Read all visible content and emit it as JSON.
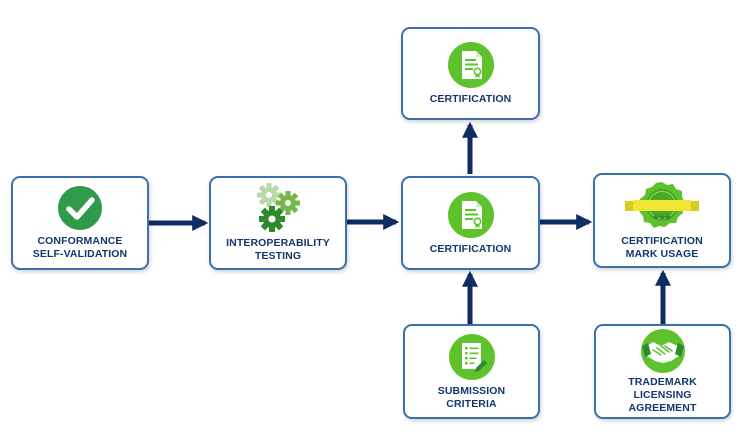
{
  "colors": {
    "arrow": "#0f2c63",
    "box_border": "#3c6fae",
    "label": "#16366b",
    "green": "#5fc22c",
    "green_dark": "#2f8a2d",
    "green_light": "#b9d9a8",
    "ribbon": "#f2e534"
  },
  "nodes": {
    "conformance": {
      "label": "CONFORMANCE\nSELF-VALIDATION",
      "icon": "checkmark-circle-icon"
    },
    "interop": {
      "label": "INTEROPERABILITY\nTESTING",
      "icon": "gears-icon"
    },
    "certification_main": {
      "label": "CERTIFICATION",
      "icon": "certificate-document-icon"
    },
    "certification_top": {
      "label": "CERTIFICATION",
      "icon": "certificate-document-icon"
    },
    "mark_usage": {
      "label": "CERTIFICATION\nMARK USAGE",
      "icon": "badge-seal-icon"
    },
    "submission": {
      "label": "SUBMISSION\nCRITERIA",
      "icon": "checklist-document-icon"
    },
    "trademark": {
      "label": "TRADEMARK\nLICENSING\nAGREEMENT",
      "icon": "handshake-icon"
    }
  },
  "edges": [
    {
      "from": "conformance",
      "to": "interop"
    },
    {
      "from": "interop",
      "to": "certification_main"
    },
    {
      "from": "certification_main",
      "to": "mark_usage"
    },
    {
      "from": "certification_main",
      "to": "certification_top"
    },
    {
      "from": "submission",
      "to": "certification_main"
    },
    {
      "from": "trademark",
      "to": "mark_usage"
    }
  ]
}
